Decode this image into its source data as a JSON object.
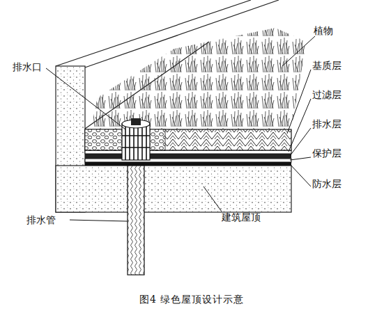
{
  "diagram": {
    "caption": "图4 绿色屋顶设计示意",
    "labels": [
      "植物",
      "排水口",
      "基质层",
      "过滤层",
      "排水层",
      "保护层",
      "防水层",
      "排水管",
      "建筑屋顶"
    ]
  }
}
